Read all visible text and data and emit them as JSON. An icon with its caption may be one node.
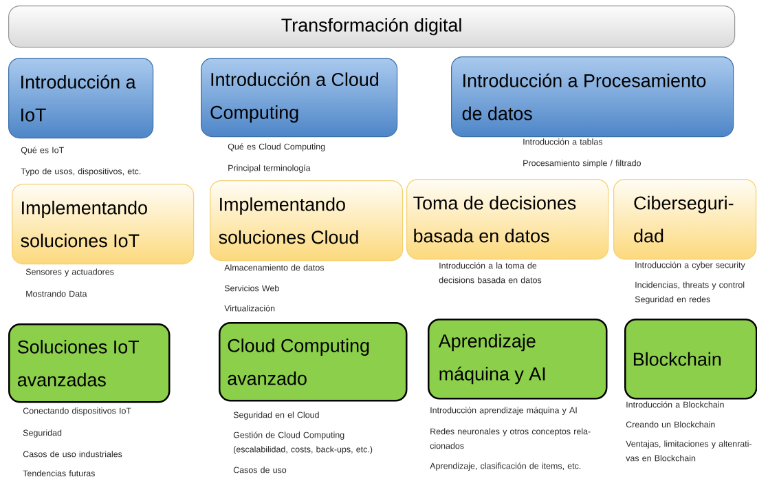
{
  "diagram": {
    "nodes": [
      {
        "text": [
          "Transformación digital"
        ]
      },
      {
        "text": [
          "Introducción a IoT"
        ],
        "beside": [
          "Qué es IoT",
          "Typo de usos, dispositivos, etc."
        ]
      },
      {
        "text": [
          "Introducción a Cloud Computing"
        ],
        "beside": [
          "Qué es Cloud Computing",
          "Principal terminología"
        ]
      },
      {
        "text": [
          "Introducción a Procesamiento de datos"
        ],
        "beside": [
          "Introducción a tablas",
          "Procesamiento simple / filtrado"
        ]
      },
      {
        "text": [
          "Implementando soluciones IoT"
        ],
        "beside": [
          "Sensores y  actuadores",
          "Mostrando Data"
        ]
      },
      {
        "text": [
          "Implementando soluciones Cloud"
        ],
        "beside": [
          "Almacenamiento de datos",
          "Servicios Web",
          "Virtualización"
        ]
      },
      {
        "text": [
          "Toma de decisiones basada en datos"
        ],
        "beside": [
          "Introducción a la toma de decisions basada en datos"
        ]
      },
      {
        "text": [
          "Ciberseguri-dad"
        ],
        "beside": [
          "Introducción a cyber security",
          "Incidencias,  threats y control",
          "Seguridad en redes"
        ]
      },
      {
        "text": [
          "Soluciones IoT avanzadas"
        ],
        "beside": [
          "Conectando dispositivos IoT",
          "Seguridad",
          "Casos de uso industriales",
          "Tendencias futuras"
        ]
      },
      {
        "text": [
          "Cloud Computing avanzado"
        ],
        "beside": [
          "Seguridad en el Cloud",
          "Gestión de Cloud Computing (escalabilidad, costs, back-ups, etc.)",
          "Casos de uso"
        ]
      },
      {
        "text": [
          "Aprendizaje máquina y AI"
        ],
        "beside": [
          "Introducción aprendizaje máquina y  AI",
          "Redes neuronales y otros conceptos rela-cionados",
          "Aprendizaje, clasificación de items, etc."
        ]
      },
      {
        "text": [
          "Blockchain"
        ],
        "beside": [
          "Introducción a Blockchain",
          "Creando un Blockchain",
          "Ventajas, limitaciones y altenrati-vas en Blockchain"
        ]
      }
    ]
  }
}
